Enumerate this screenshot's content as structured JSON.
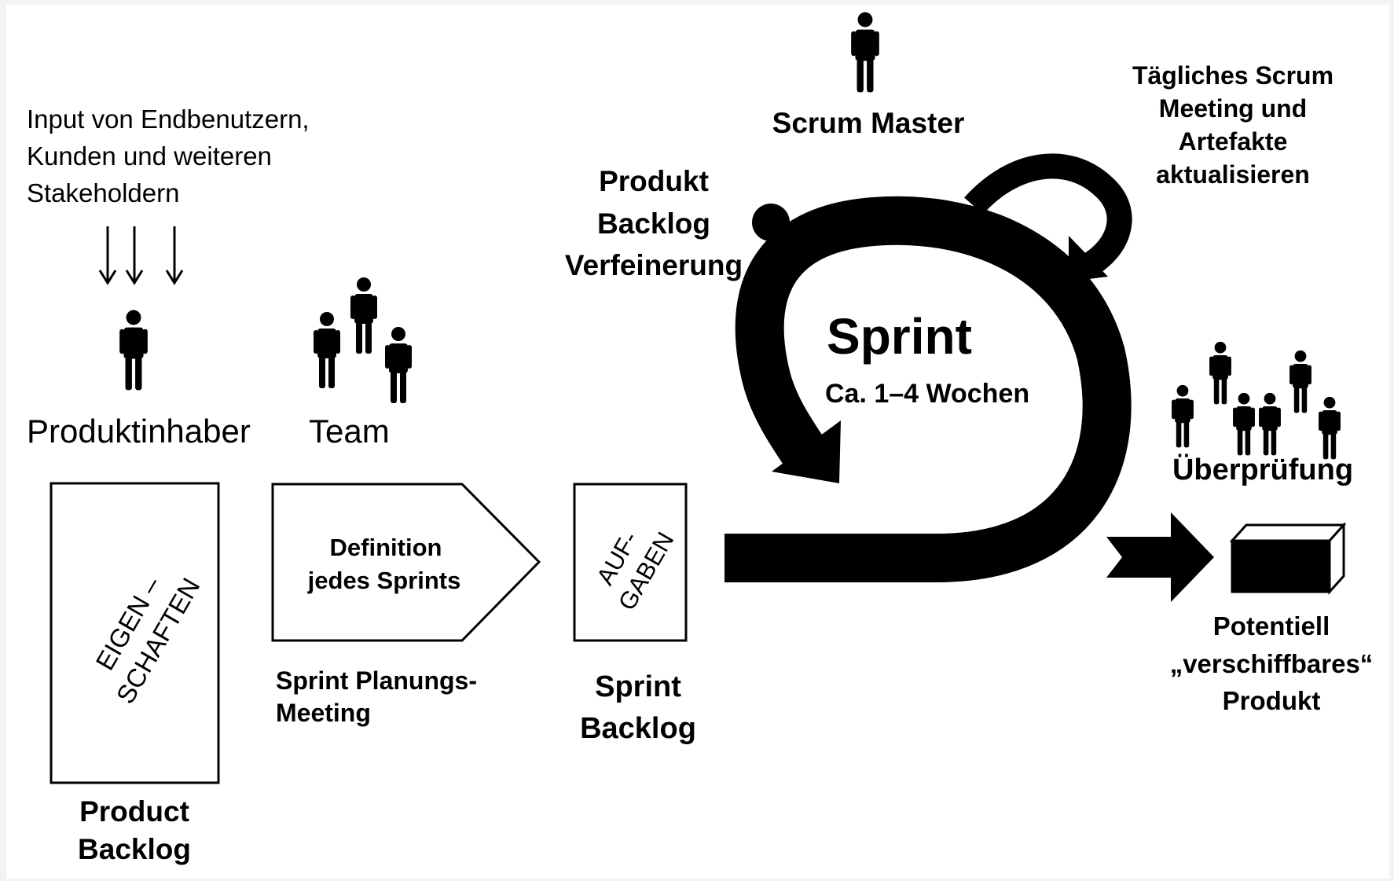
{
  "input_text": [
    "Input von Endbenutzern,",
    "Kunden und weiteren",
    "Stakeholdern"
  ],
  "roles": {
    "product_owner": "Produktinhaber",
    "team": "Team",
    "scrum_master": "Scrum Master",
    "review": "Überprüfung"
  },
  "product_backlog": {
    "box_text": [
      "EIGEN –",
      "SCHAFTEN"
    ],
    "caption": [
      "Product",
      "Backlog"
    ]
  },
  "sprint_planning": {
    "box_text": [
      "Definition",
      "jedes Sprints"
    ],
    "caption": [
      "Sprint Planungs-",
      "Meeting"
    ]
  },
  "sprint_backlog": {
    "box_text": [
      "AUF-",
      "GABEN"
    ],
    "caption": [
      "Sprint",
      "Backlog"
    ]
  },
  "refinement": [
    "Produkt",
    "Backlog",
    "Verfeinerung"
  ],
  "daily": [
    "Tägliches Scrum",
    "Meeting und",
    "Artefakte",
    "aktualisieren"
  ],
  "sprint": {
    "title": "Sprint",
    "duration": "Ca. 1–4 Wochen"
  },
  "product": [
    "Potentiell",
    "„verschiffbares“",
    "Produkt"
  ]
}
